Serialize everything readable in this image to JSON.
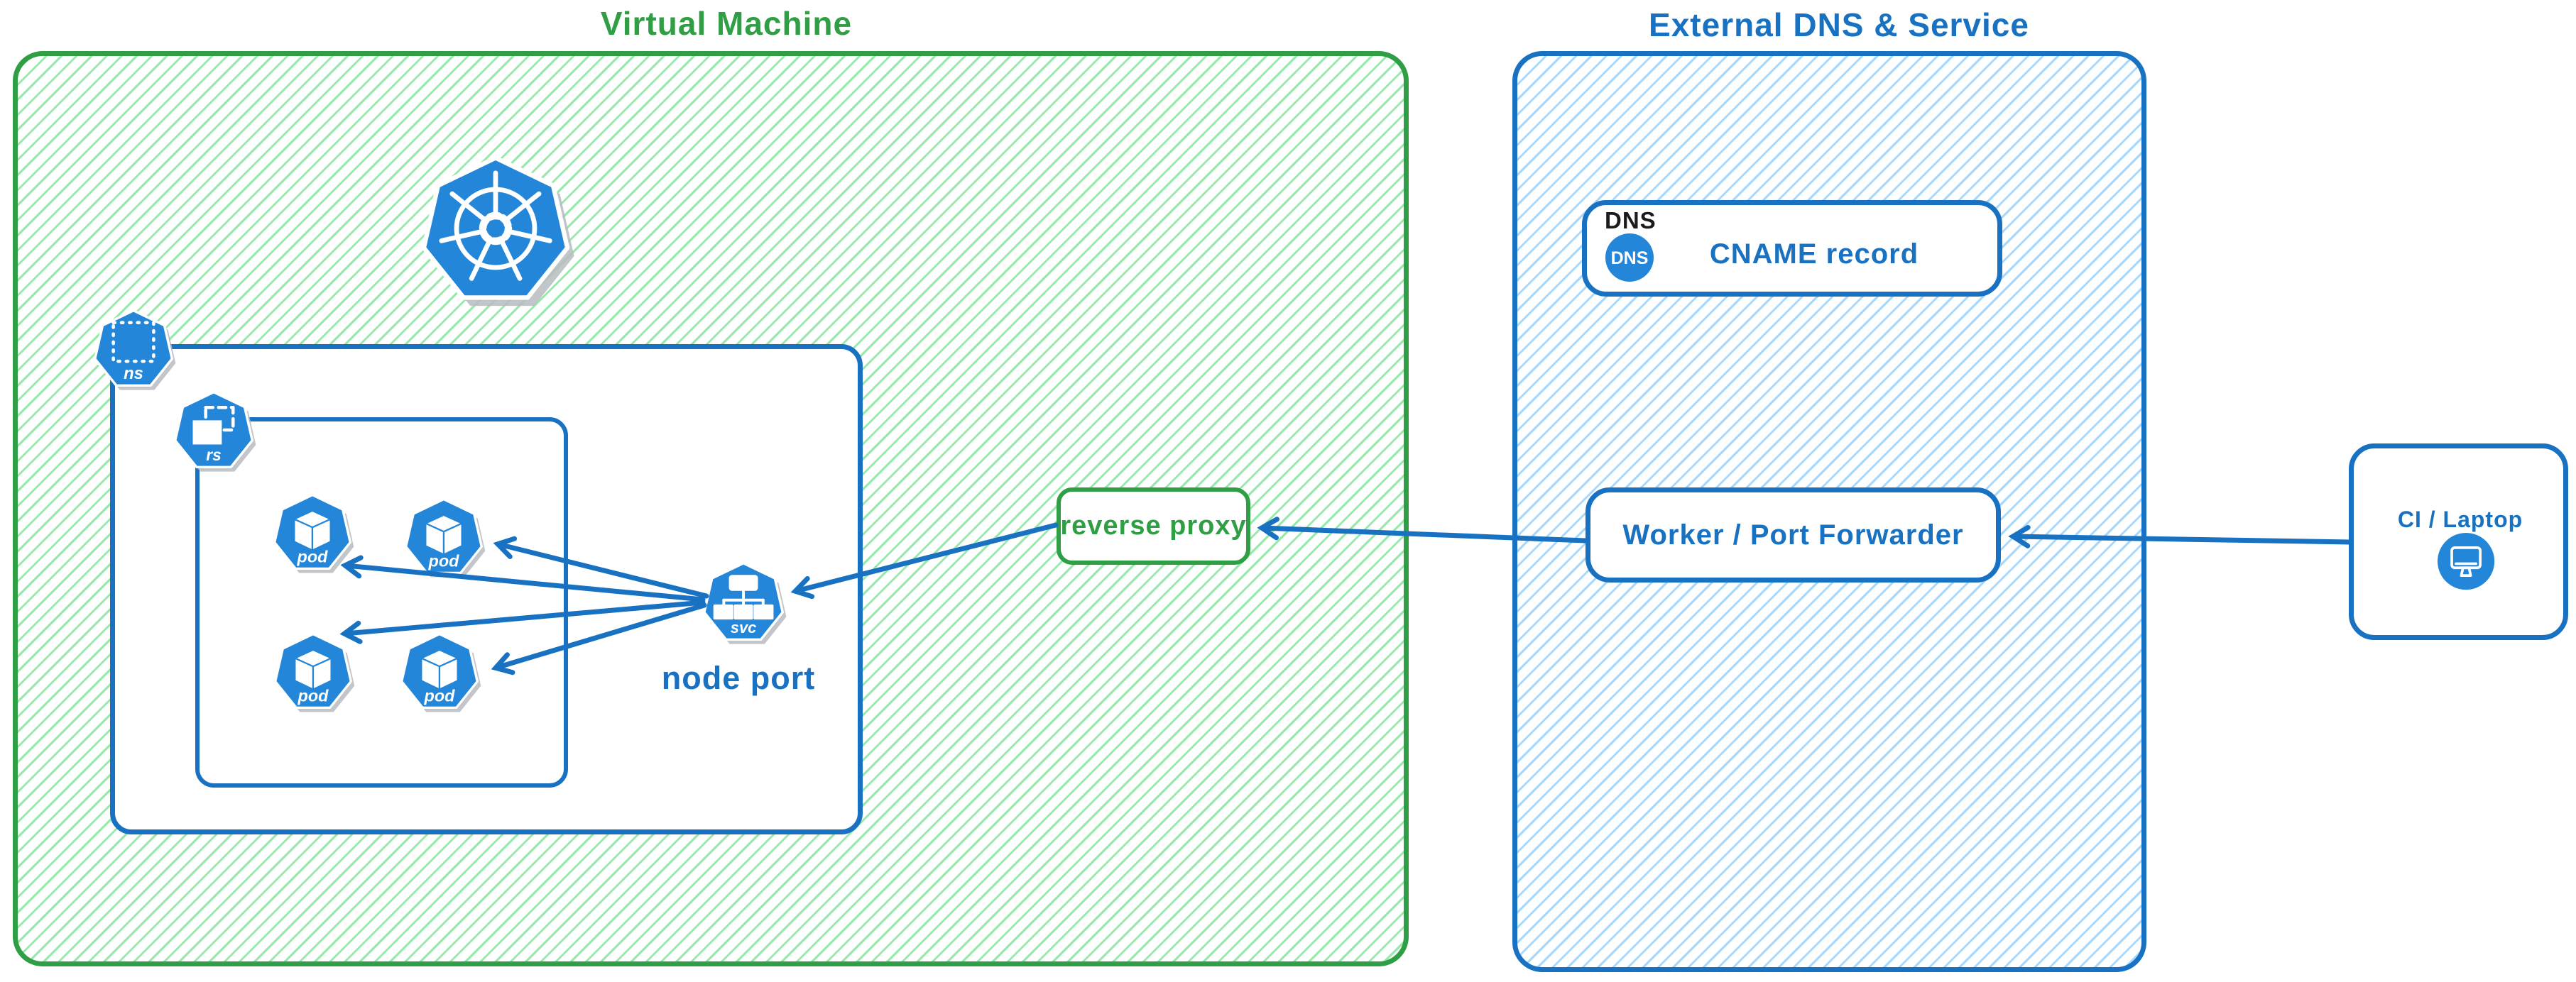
{
  "colors": {
    "stroke-green": "#2f9e44",
    "hatch-green": "#97e8ab",
    "stroke-blue": "#1971c2",
    "hatch-blue": "#a5d8ff",
    "icon-blue": "#2386d8",
    "ink-black": "#1b1b1b"
  },
  "vm": {
    "title": "Virtual Machine",
    "reverse_proxy_label": "reverse proxy",
    "node_port_label": "node port"
  },
  "k8s": {
    "namespace_label": "ns",
    "replicaset_label": "rs",
    "service_label": "svc",
    "pods": [
      "pod",
      "pod",
      "pod",
      "pod"
    ]
  },
  "external": {
    "title": "External DNS & Service",
    "dns_corner": "DNS",
    "dns_badge": "DNS",
    "cname_label": "CNAME record",
    "worker_label": "Worker / Port Forwarder"
  },
  "ci": {
    "label": "CI / Laptop"
  }
}
